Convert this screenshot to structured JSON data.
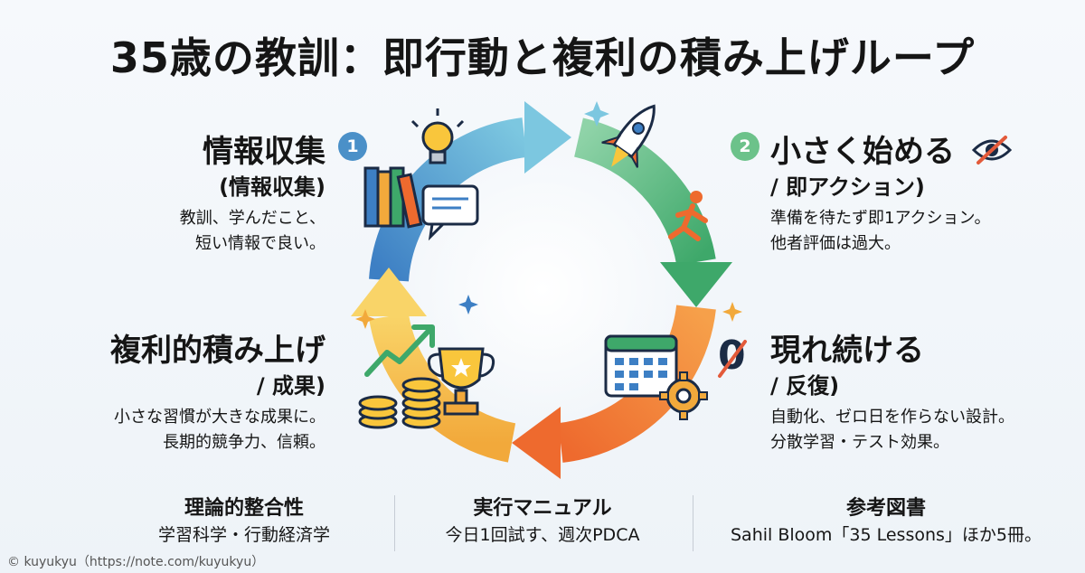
{
  "title": "35歳の教訓：即行動と複利の積み上げループ",
  "steps": {
    "collect": {
      "number": "1",
      "heading": "情報収集",
      "sub": "(情報収集)",
      "desc_line1": "教訓、学んだこと、",
      "desc_line2": "短い情報で良い。",
      "color": "#4a90c8"
    },
    "start_small": {
      "number": "2",
      "heading": "小さく始める",
      "sub": "/ 即アクション)",
      "desc_line1": "準備を待たず即1アクション。",
      "desc_line2": "他者評価は過大。",
      "color": "#6cc28a"
    },
    "show_up": {
      "heading": "現れ続ける",
      "sub": "/ 反復)",
      "desc_line1": "自動化、ゼロ日を作らない設計。",
      "desc_line2": "分散学習・テスト効果。",
      "color": "#f0883a"
    },
    "compound": {
      "heading": "複利的積み上げ",
      "sub": "/ 成果)",
      "desc_line1": "小さな習慣が大きな成果に。",
      "desc_line2": "長期的競争力、信頼。",
      "color": "#f5bd3c"
    }
  },
  "zero_symbol": "0",
  "bottom": {
    "theory_title": "理論的整合性",
    "theory_value": "学習科学・行動経済学",
    "manual_title": "実行マニュアル",
    "manual_value": "今日1回試す、週次PDCA",
    "refs_title": "参考図書",
    "refs_value": "Sahil Bloom「35 Lessons」ほか5冊。"
  },
  "footer": "© kuyukyu（https://note.com/kuyukyu）",
  "icons": [
    "lightbulb-icon",
    "books-icon",
    "chat-bubble-icon",
    "rocket-icon",
    "runner-icon",
    "eye-slash-icon",
    "calendar-icon",
    "gear-icon",
    "trophy-icon",
    "coins-icon",
    "growth-arrow-icon"
  ]
}
